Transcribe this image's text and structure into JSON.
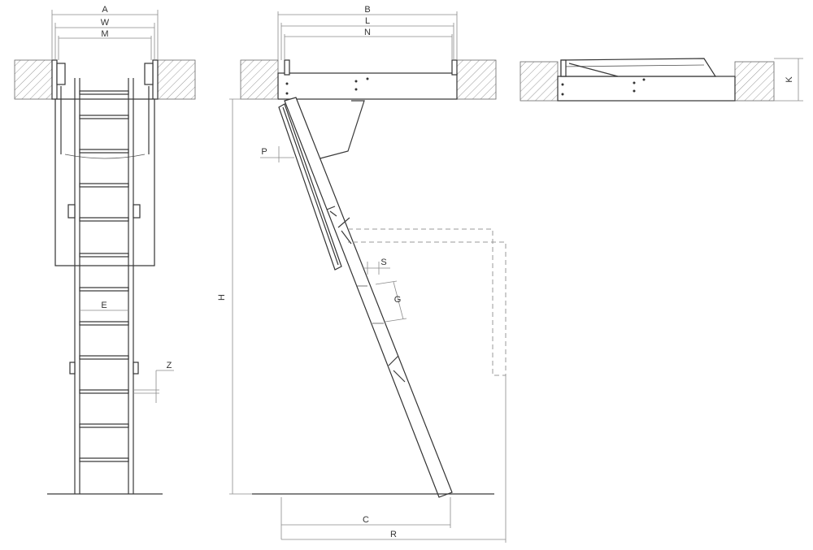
{
  "dimension_labels": {
    "A": "A",
    "W": "W",
    "M": "M",
    "E": "E",
    "Z": "Z",
    "B": "B",
    "L": "L",
    "N": "N",
    "P": "P",
    "S": "S",
    "G": "G",
    "H": "H",
    "C": "C",
    "R": "R",
    "K": "K"
  },
  "colors": {
    "line": "#3a3a3a",
    "dimension": "#8a8a8a",
    "hatch": "#9a9a9a",
    "dashed": "#999999"
  }
}
